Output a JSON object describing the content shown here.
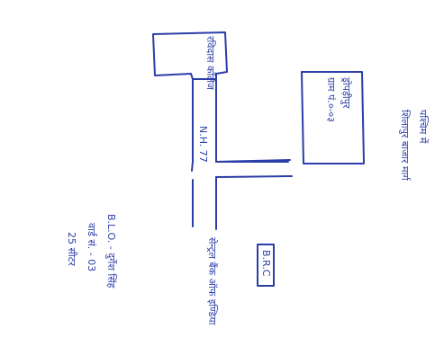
{
  "map": {
    "ink_color": "#2b3ea8",
    "background": "#ffffff",
    "labels": {
      "top_building": "रविदास कॉलेज",
      "highway": "N.H. 77",
      "office_line1": "ड्रोपड़ीपुर",
      "office_line2": "ग्राम पं.०-०३",
      "north_note_line1": "पश्चिम में",
      "north_note_line2": "शिलापुर बाजार मार्ग",
      "bank": "सेन्ट्रल बैंक ऑफ इण्डिया",
      "brc_box": "B.R.C",
      "left_note_line1": "B.L.O. - दुर्गेश सिंह",
      "left_note_line2": "वार्ड सं. - 03",
      "left_note_line3": "25 सीटर"
    }
  }
}
